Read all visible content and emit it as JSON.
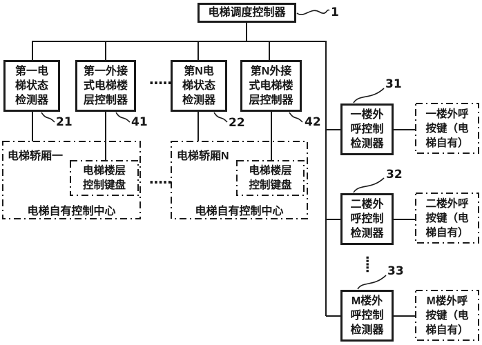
{
  "figure": {
    "background": "#ffffff",
    "line_color": "#1b1b1b",
    "text_color": "#161616",
    "top": {
      "label": "电梯调度控制器",
      "ref": "1"
    },
    "detectors": [
      {
        "lines": [
          "第一电",
          "梯状态",
          "检测器"
        ],
        "ref": "21"
      },
      {
        "lines": [
          "第一外接",
          "式电梯楼",
          "层控制器"
        ],
        "ref": "41"
      },
      {
        "lines": [
          "第N电",
          "梯状态",
          "检测器"
        ],
        "ref": "22"
      },
      {
        "lines": [
          "第N外接",
          "式电梯楼",
          "层控制器"
        ],
        "ref": "42"
      }
    ],
    "cars": [
      {
        "title": "电梯轿厢一",
        "keyboard": [
          "电梯楼层",
          "控制键盘"
        ],
        "footer": "电梯自有控制中心"
      },
      {
        "title": "电梯轿厢N",
        "keyboard": [
          "电梯楼层",
          "控制键盘"
        ],
        "footer": "电梯自有控制中心"
      }
    ],
    "outcall_detectors": [
      {
        "lines": [
          "一楼外",
          "呼控制",
          "检测器"
        ],
        "ref": "31"
      },
      {
        "lines": [
          "二楼外",
          "呼控制",
          "检测器"
        ],
        "ref": "32"
      },
      {
        "lines": [
          "M楼外",
          "呼控制",
          "检测器"
        ],
        "ref": "33"
      }
    ],
    "outcall_buttons": [
      {
        "lines": [
          "一楼外呼",
          "按键（电",
          "梯自有）"
        ]
      },
      {
        "lines": [
          "二楼外呼",
          "按键（电",
          "梯自有）"
        ]
      },
      {
        "lines": [
          "M楼外呼",
          "按键（电",
          "梯自有）"
        ]
      }
    ],
    "dots_horizontal": "·····",
    "dots_vertical": "·····"
  }
}
